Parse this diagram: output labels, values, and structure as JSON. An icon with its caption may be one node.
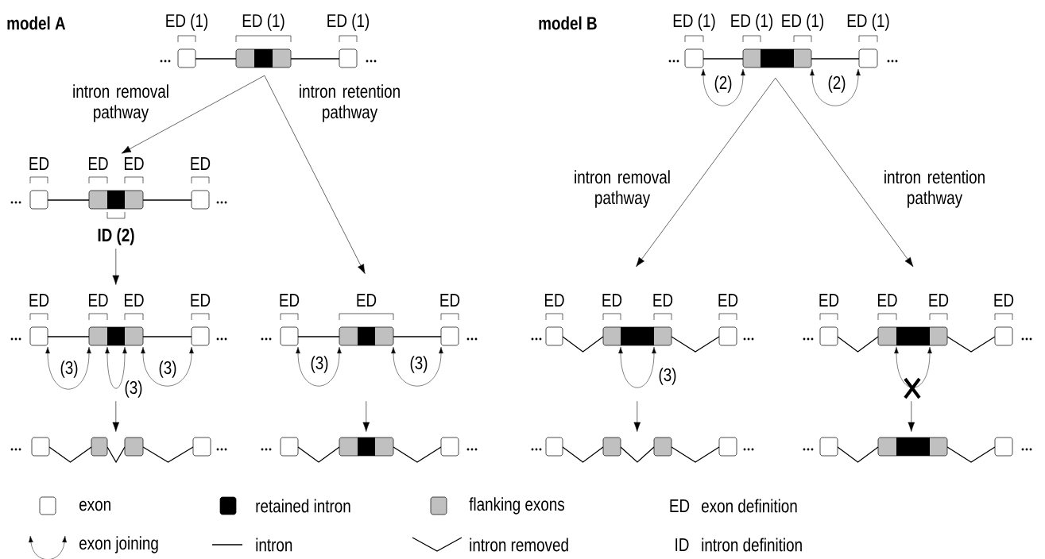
{
  "diagram": {
    "nodes": [
      {
        "text": [],
        "shape": "picture",
        "beside": [
          "ED (1)",
          "ED (1)",
          "ED (1)"
        ]
      },
      {
        "text": [],
        "shape": "picture",
        "beside": [
          "ED",
          "ED",
          "ED",
          "ED",
          "ID (2)"
        ]
      },
      {
        "text": [],
        "shape": "picture",
        "beside": [
          "ED",
          "ED",
          "ED",
          "ED"
        ]
      },
      {
        "text": [],
        "shape": "picture",
        "beside": [
          "ED",
          "ED",
          "ED"
        ]
      },
      {
        "text": [],
        "shape": "picture"
      },
      {
        "text": [],
        "shape": "picture"
      },
      {
        "text": [],
        "shape": "picture",
        "beside": [
          "ED (1)",
          "ED (1)",
          "ED (1)",
          "ED (1)"
        ]
      },
      {
        "text": [],
        "shape": "picture",
        "beside": [
          "ED",
          "ED",
          "ED",
          "ED"
        ]
      },
      {
        "text": [],
        "shape": "picture",
        "beside": [
          "ED",
          "ED",
          "ED",
          "ED"
        ]
      },
      {
        "text": [],
        "shape": "picture"
      },
      {
        "text": [],
        "shape": "picture"
      }
    ],
    "edges": [
      {
        "from": 0,
        "to": 1,
        "arrow": "to",
        "label": "intron removal pathway"
      },
      {
        "from": 0,
        "to": 3,
        "arrow": "to",
        "label": "intron retention pathway"
      },
      {
        "from": 1,
        "to": 2,
        "arrow": "to"
      },
      {
        "from": 2,
        "to": 4,
        "arrow": "to"
      },
      {
        "from": 3,
        "to": 5,
        "arrow": "to"
      },
      {
        "from": 6,
        "to": 7,
        "arrow": "to",
        "label": "intron removal pathway"
      },
      {
        "from": 6,
        "to": 8,
        "arrow": "to",
        "label": "intron retention pathway"
      },
      {
        "from": 7,
        "to": 9,
        "arrow": "to"
      },
      {
        "from": 8,
        "to": 10,
        "arrow": "to"
      }
    ],
    "labels": [
      "model A",
      "model B",
      "(2)",
      "(2)",
      "(3)",
      "(3)",
      "(3)",
      "(3)",
      "(3)",
      "(3)",
      "ED",
      "ID"
    ],
    "legend": [
      {
        "text": "exon"
      },
      {
        "text": "retained intron",
        "color": "#000000"
      },
      {
        "text": "flanking exons",
        "color": "#c0c0c0"
      },
      {
        "text": "exon definition"
      },
      {
        "text": "exon joining"
      },
      {
        "text": "intron"
      },
      {
        "text": "intron removed"
      },
      {
        "text": "intron definition"
      }
    ]
  }
}
